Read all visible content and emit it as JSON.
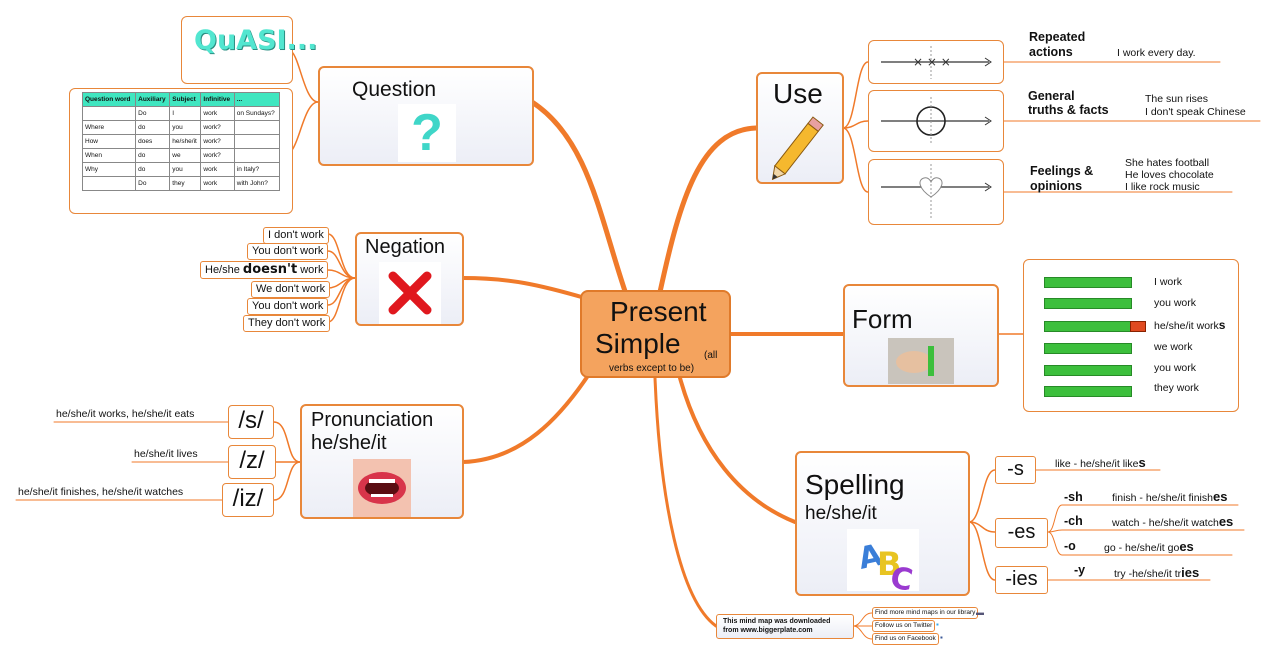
{
  "center": {
    "title_line1": "Present",
    "title_line2": "Simple",
    "note_all": "(all",
    "note": "verbs except to be)"
  },
  "question": {
    "title": "Question",
    "quasi": "QuASI...",
    "table": {
      "headers": [
        "Question word",
        "Auxiliary",
        "Subject",
        "Infinitive",
        "..."
      ],
      "rows": [
        [
          "",
          "Do",
          "I",
          "work",
          "on Sundays?"
        ],
        [
          "Where",
          "do",
          "you",
          "work?",
          ""
        ],
        [
          "How",
          "does",
          "he/she/it",
          "work?",
          ""
        ],
        [
          "When",
          "do",
          "we",
          "work?",
          ""
        ],
        [
          "Why",
          "do",
          "you",
          "work",
          "in Italy?"
        ],
        [
          "",
          "Do",
          "they",
          "work",
          "with John?"
        ]
      ]
    }
  },
  "negation": {
    "title": "Negation",
    "items": [
      "I don't work",
      "You don't work",
      "He/she",
      "doesn't",
      "work",
      "We don't work",
      "You don't work",
      "They don't work"
    ]
  },
  "pronunciation": {
    "title1": "Pronunciation",
    "title2": "he/she/it",
    "sounds": [
      {
        "sym": "/s/",
        "ex": "he/she/it works, he/she/it eats"
      },
      {
        "sym": "/z/",
        "ex": "he/she/it lives"
      },
      {
        "sym": "/iz/",
        "ex": "he/she/it finishes, he/she/it watches"
      }
    ]
  },
  "use": {
    "title": "Use",
    "cats": [
      {
        "l1": "Repeated",
        "l2": "actions",
        "ex": [
          "I work every day."
        ]
      },
      {
        "l1": "General",
        "l2": "truths & facts",
        "ex": [
          "The sun rises",
          "I don't speak Chinese"
        ]
      },
      {
        "l1": "Feelings &",
        "l2": "opinions",
        "ex": [
          "She hates football",
          "He loves chocolate",
          "I like rock music"
        ]
      }
    ]
  },
  "form": {
    "title": "Form",
    "rows": [
      "I work",
      "you work",
      "he/she/it work",
      "we work",
      "you work",
      "they work"
    ],
    "suffix": "s",
    "highlight_row": 2
  },
  "spelling": {
    "title1": "Spelling",
    "title2": "he/she/it",
    "s": {
      "tag": "-s",
      "ex": "like - he/she/it like",
      "end": "s"
    },
    "es": {
      "tag": "-es",
      "subs": [
        {
          "tag": "-sh",
          "ex": "finish - he/she/it finish",
          "end": "es"
        },
        {
          "tag": "-ch",
          "ex": "watch - he/she/it watch",
          "end": "es"
        },
        {
          "tag": "-o",
          "ex": "go - he/she/it go",
          "end": "es"
        }
      ]
    },
    "ies": {
      "tag": "-ies",
      "sub": {
        "tag": "-y",
        "ex": "try -he/she/it tr",
        "end": "ies"
      }
    }
  },
  "footer": {
    "line1": "This mind map was downloaded",
    "line2": "from www.biggerplate.com",
    "links": [
      "Find more mind maps in our library",
      "Follow us on Twitter",
      "Find us on Facebook"
    ]
  },
  "colors": {
    "branch": "#f07a2a",
    "box_border": "#e8873a",
    "center_fill": "#f4a35e",
    "bar": "#3cbf3c",
    "red_cross": "#e0181e",
    "qmark": "#3fd6c8"
  }
}
